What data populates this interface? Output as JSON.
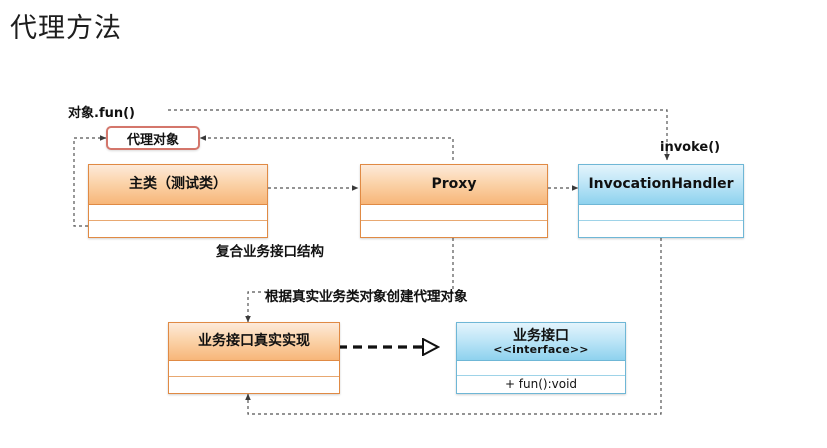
{
  "page": {
    "title": "代理方法"
  },
  "theme": {
    "orange_header_light": "#fdeada",
    "orange_header_dark": "#f7b679",
    "orange_border": "#e08a44",
    "blue_header_light": "#e4f4fc",
    "blue_header_dark": "#8ed2ee",
    "blue_border": "#6fb7d6",
    "proxy_pill_border": "#d4766b",
    "wire_color": "#555555",
    "background": "#ffffff"
  },
  "nodes": {
    "proxy_object": {
      "label": "代理对象"
    },
    "main_class": {
      "title": "主类（测试类）",
      "compartment_2": "",
      "compartment_3": ""
    },
    "proxy_class": {
      "title": "Proxy",
      "compartment_2": "",
      "compartment_3": ""
    },
    "invocation_handler": {
      "title": "InvocationHandler",
      "compartment_2": "",
      "compartment_3": ""
    },
    "real_impl": {
      "title": "业务接口真实实现",
      "compartment_2": "",
      "compartment_3": ""
    },
    "business_interface": {
      "title": "业务接口",
      "stereotype": "<<interface>>",
      "compartment_2": "",
      "operation": "+ fun():void"
    }
  },
  "labels": {
    "object_fun": "对象.fun()",
    "invoke": "invoke()",
    "composite_structure": "复合业务接口结构",
    "create_proxy": "根据真实业务类对象创建代理对象"
  }
}
